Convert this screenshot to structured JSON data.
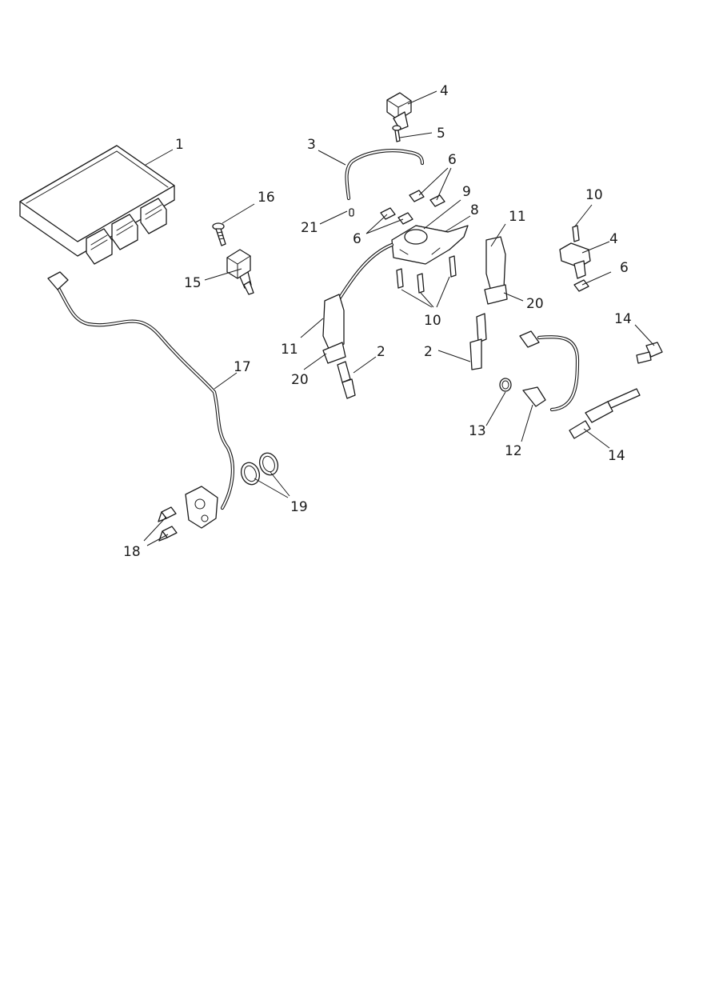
{
  "callouts": [
    {
      "id": "c1",
      "text": "1"
    },
    {
      "id": "c2a",
      "text": "2"
    },
    {
      "id": "c2b",
      "text": "2"
    },
    {
      "id": "c3",
      "text": "3"
    },
    {
      "id": "c4a",
      "text": "4"
    },
    {
      "id": "c4b",
      "text": "4"
    },
    {
      "id": "c5",
      "text": "5"
    },
    {
      "id": "c6a",
      "text": "6"
    },
    {
      "id": "c6b",
      "text": "6"
    },
    {
      "id": "c6c",
      "text": "6"
    },
    {
      "id": "c8",
      "text": "8"
    },
    {
      "id": "c9",
      "text": "9"
    },
    {
      "id": "c10a",
      "text": "10"
    },
    {
      "id": "c10b",
      "text": "10"
    },
    {
      "id": "c11a",
      "text": "11"
    },
    {
      "id": "c11b",
      "text": "11"
    },
    {
      "id": "c12",
      "text": "12"
    },
    {
      "id": "c13",
      "text": "13"
    },
    {
      "id": "c14a",
      "text": "14"
    },
    {
      "id": "c14b",
      "text": "14"
    },
    {
      "id": "c15",
      "text": "15"
    },
    {
      "id": "c16",
      "text": "16"
    },
    {
      "id": "c17",
      "text": "17"
    },
    {
      "id": "c18",
      "text": "18"
    },
    {
      "id": "c19",
      "text": "19"
    },
    {
      "id": "c20a",
      "text": "20"
    },
    {
      "id": "c20b",
      "text": "20"
    },
    {
      "id": "c21",
      "text": "21"
    }
  ]
}
